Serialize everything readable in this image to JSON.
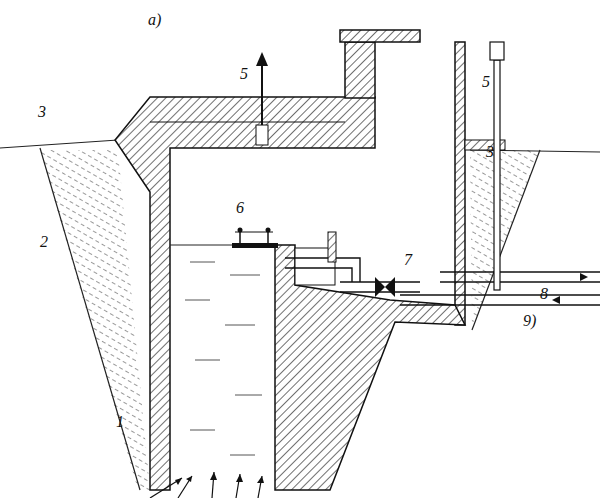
{
  "diagram": {
    "labels": [
      "а)",
      "5",
      "5",
      "3",
      "3",
      "6",
      "7",
      "8",
      "9)",
      "2",
      "1"
    ]
  }
}
